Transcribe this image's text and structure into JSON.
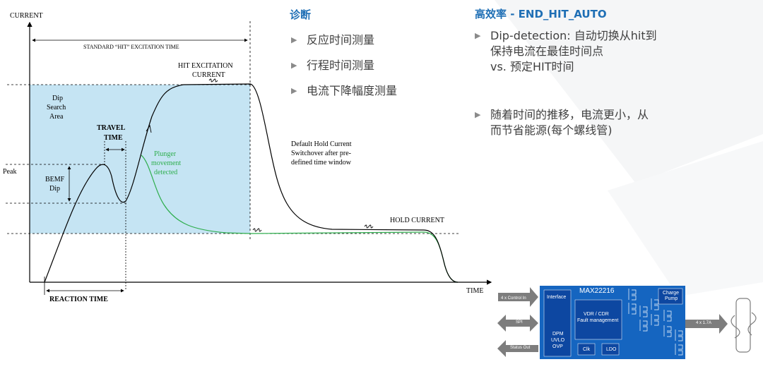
{
  "chart_labels": {
    "y_axis": "CURRENT",
    "x_axis": "TIME",
    "standard_hit_time": "STANDARD “HIT” EXCITATION TIME",
    "hit_excitation_current_1": "HIT EXCITATION",
    "hit_excitation_current_2": "CURRENT",
    "dip_search_area_1": "Dip",
    "dip_search_area_2": "Search",
    "dip_search_area_3": "Area",
    "travel_time_1": "TRAVEL",
    "travel_time_2": "TIME",
    "plunger_1": "Plunger",
    "plunger_2": "movement",
    "plunger_3": "detected",
    "peak": "Peak",
    "bemf_dip_1": "BEMF",
    "bemf_dip_2": "Dip",
    "default_hold_1": "Default Hold Current",
    "default_hold_2": "Switchover after pre-",
    "default_hold_3": "defined time window",
    "hold_current": "HOLD CURRENT",
    "reaction_time": "REACTION TIME"
  },
  "middle": {
    "title": "诊断",
    "items": [
      "反应时间测量",
      "行程时间测量",
      "电流下降幅度测量"
    ]
  },
  "right": {
    "title": "高效率 - END_HIT_AUTO",
    "items": [
      {
        "line1": "Dip-detection: 自动切换从hit到",
        "line2": "保持电流在最佳时间点",
        "line3": "vs. 预定HIT时间"
      },
      {
        "line1": "随着时间的推移，电流更小，从",
        "line2": "而节省能源(每个螺线管)",
        "line3": ""
      }
    ]
  },
  "block_diagram": {
    "chip_name": "MAX22216",
    "interface": "Interface",
    "charge_pump_1": "Charge",
    "charge_pump_2": "Pump",
    "vdr_1": "VDR / CDR",
    "vdr_2": "Fault management",
    "dpm_1": "DPM",
    "dpm_2": "UVLO",
    "dpm_3": "OVP",
    "clk": "Clk",
    "ldo": "LDO",
    "in_control": "4 x Control In",
    "spi": "SPI",
    "status_out": "Status Out",
    "out_label": "4 x 1.7A"
  },
  "colors": {
    "accent_blue": "#1f6fb5",
    "dip_area": "#c5e4f3",
    "chip_blue": "#1565c0",
    "green_curve": "#2fae4e"
  }
}
